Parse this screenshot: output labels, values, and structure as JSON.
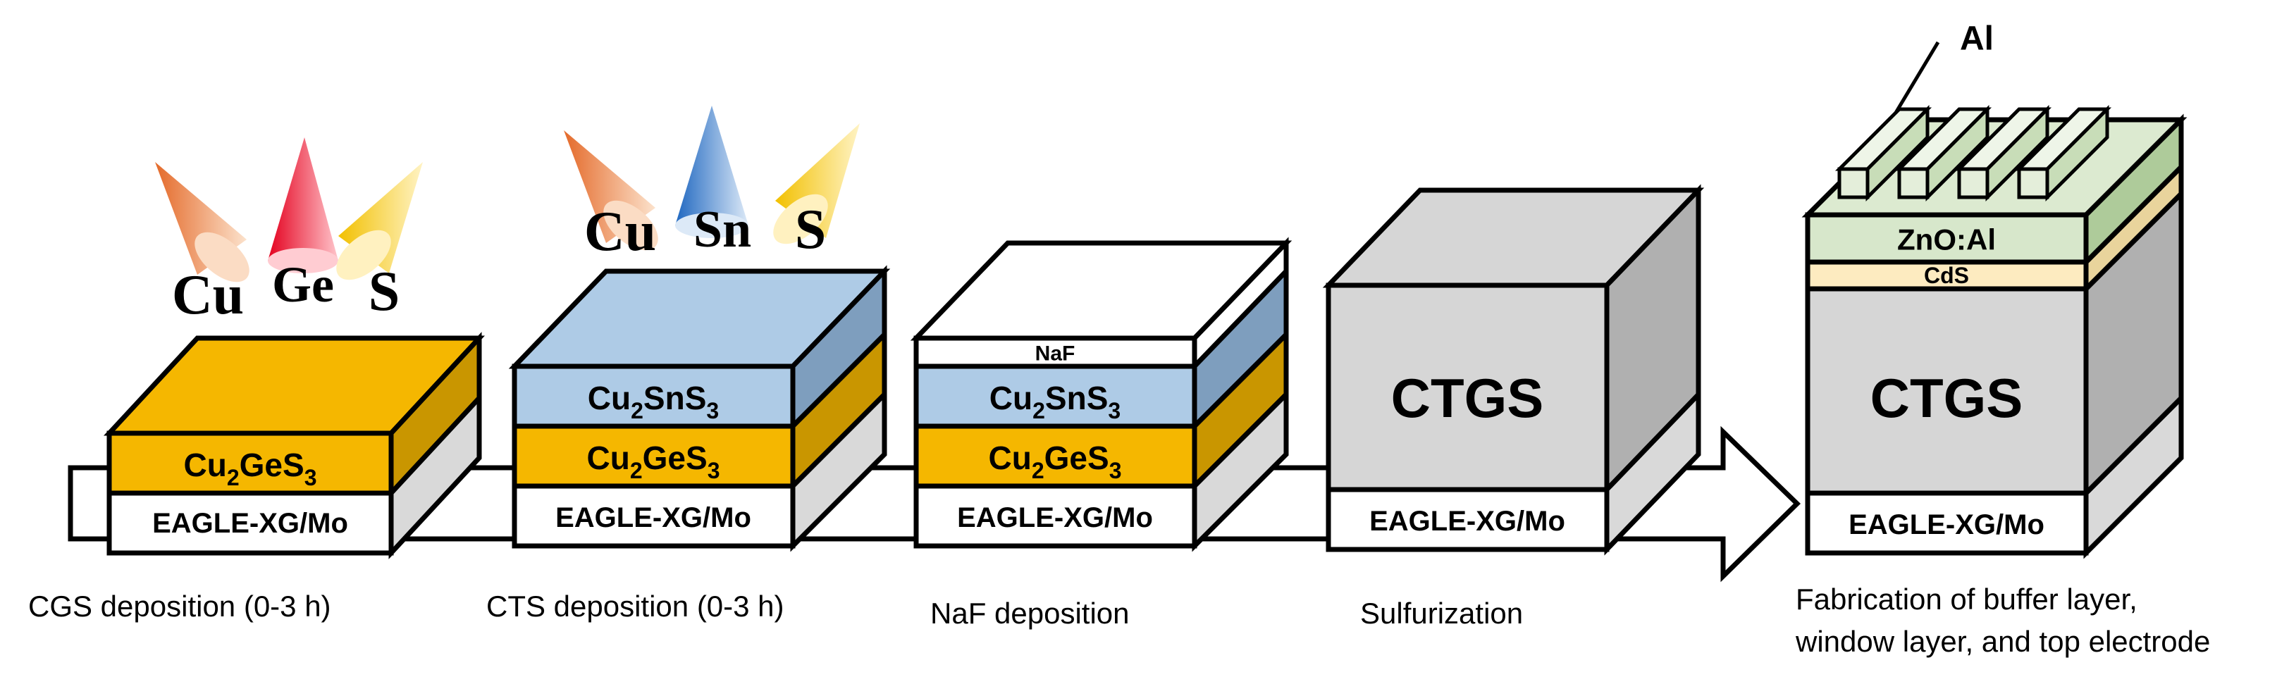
{
  "colors": {
    "cgs": "#F5B700",
    "cts": "#AECBE6",
    "substrate": "#FFFFFF",
    "ctgs": "#D6D6D6",
    "zno": "#D7E7CB",
    "cds": "#FDEBC0",
    "al": "#DCEAD0"
  },
  "stage1": {
    "sources": [
      "Cu",
      "Ge",
      "S"
    ],
    "layer_cgs": {
      "main": "Cu",
      "sub1": "2",
      "mid": "GeS",
      "sub2": "3"
    },
    "substrate": "EAGLE-XG/Mo",
    "caption": "CGS deposition  (0-3 h)"
  },
  "stage2": {
    "sources": [
      "Cu",
      "Sn",
      "S"
    ],
    "layer_cts": {
      "main": "Cu",
      "sub1": "2",
      "mid": "SnS",
      "sub2": "3"
    },
    "layer_cgs": {
      "main": "Cu",
      "sub1": "2",
      "mid": "GeS",
      "sub2": "3"
    },
    "substrate": "EAGLE-XG/Mo",
    "caption": "CTS deposition  (0-3 h)"
  },
  "stage3": {
    "layer_naf": "NaF",
    "layer_cts": {
      "main": "Cu",
      "sub1": "2",
      "mid": "SnS",
      "sub2": "3"
    },
    "layer_cgs": {
      "main": "Cu",
      "sub1": "2",
      "mid": "GeS",
      "sub2": "3"
    },
    "substrate": "EAGLE-XG/Mo",
    "caption": "NaF deposition"
  },
  "stage4": {
    "absorber": "CTGS",
    "substrate": "EAGLE-XG/Mo",
    "caption": "Sulfurization"
  },
  "stage5": {
    "electrode": "Al",
    "window": "ZnO:Al",
    "buffer": "CdS",
    "absorber": "CTGS",
    "substrate": "EAGLE-XG/Mo",
    "caption_line1": "Fabrication of buffer layer,",
    "caption_line2": "window layer, and top electrode"
  }
}
